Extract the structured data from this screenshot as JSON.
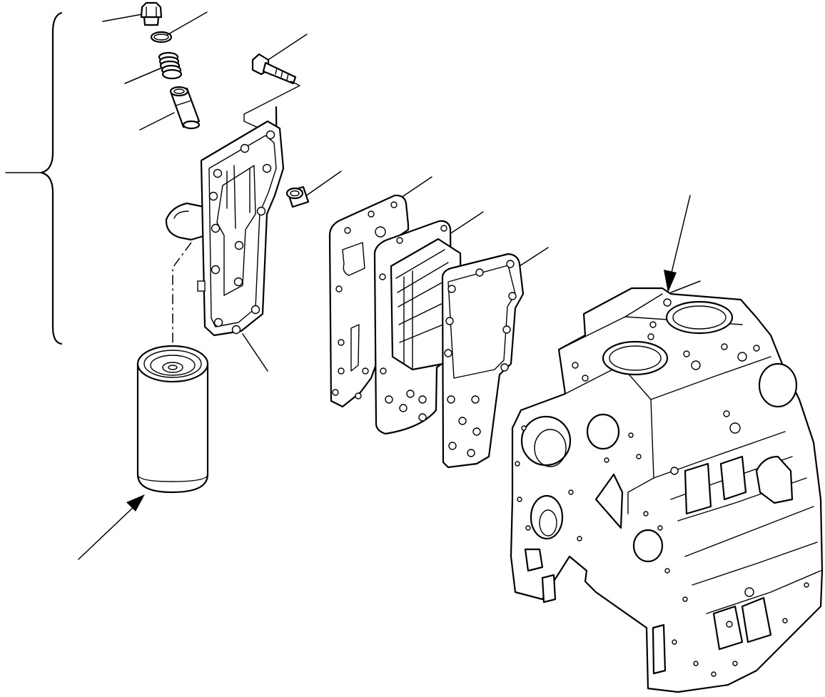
{
  "diagram": {
    "type": "exploded-parts-diagram",
    "labels": [],
    "parts": [
      "plug",
      "o-ring",
      "spring",
      "valve",
      "bolt",
      "oil-filter-head",
      "connector",
      "gasket-front",
      "oil-cooler",
      "gasket-rear",
      "oil-filter-cartridge",
      "cylinder-block"
    ],
    "line_color": "#000000",
    "background": "#ffffff"
  }
}
